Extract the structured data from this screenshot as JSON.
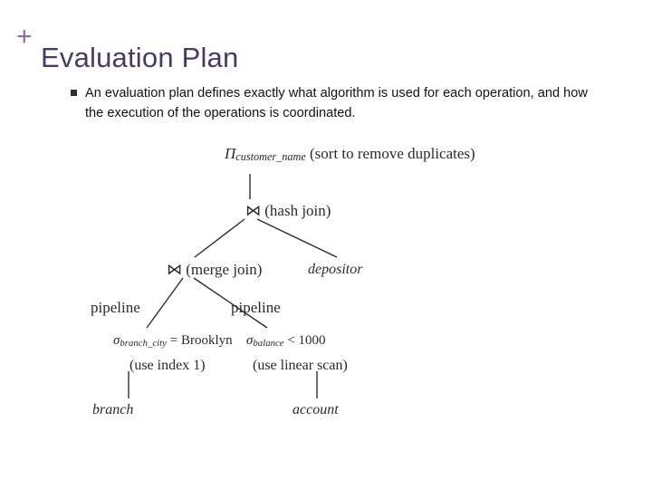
{
  "slide": {
    "plus_marker": "+",
    "title": "Evaluation Plan",
    "bullet": {
      "marker": "square-bullet",
      "text": "An evaluation plan defines exactly what algorithm is used for each operation, and how the execution of the operations is coordinated."
    }
  },
  "figure": {
    "name": "query-evaluation-plan-tree",
    "nodes": {
      "projection": {
        "op_symbol": "Π",
        "op_subscript": "customer_name",
        "annotation": "(sort to remove duplicates)"
      },
      "hash_join": {
        "op_symbol": "⋈",
        "annotation": "(hash join)"
      },
      "merge_join": {
        "op_symbol": "⋈",
        "annotation": "(merge join)"
      },
      "depositor": {
        "label": "depositor"
      },
      "pipeline_left": {
        "label": "pipeline"
      },
      "pipeline_right": {
        "label": "pipeline"
      },
      "select_branch": {
        "op_symbol": "σ",
        "op_subscript": "branch_city",
        "condition": "= Brooklyn",
        "annotation": "(use index 1)"
      },
      "select_balance": {
        "op_symbol": "σ",
        "op_subscript": "balance",
        "condition": "< 1000",
        "annotation": "(use linear scan)"
      },
      "branch": {
        "label": "branch"
      },
      "account": {
        "label": "account"
      }
    }
  },
  "colors": {
    "title": "#4a3a63",
    "plus": "#8f6ca8",
    "body_text": "#111111",
    "figure_ink": "#2a2a2a"
  }
}
